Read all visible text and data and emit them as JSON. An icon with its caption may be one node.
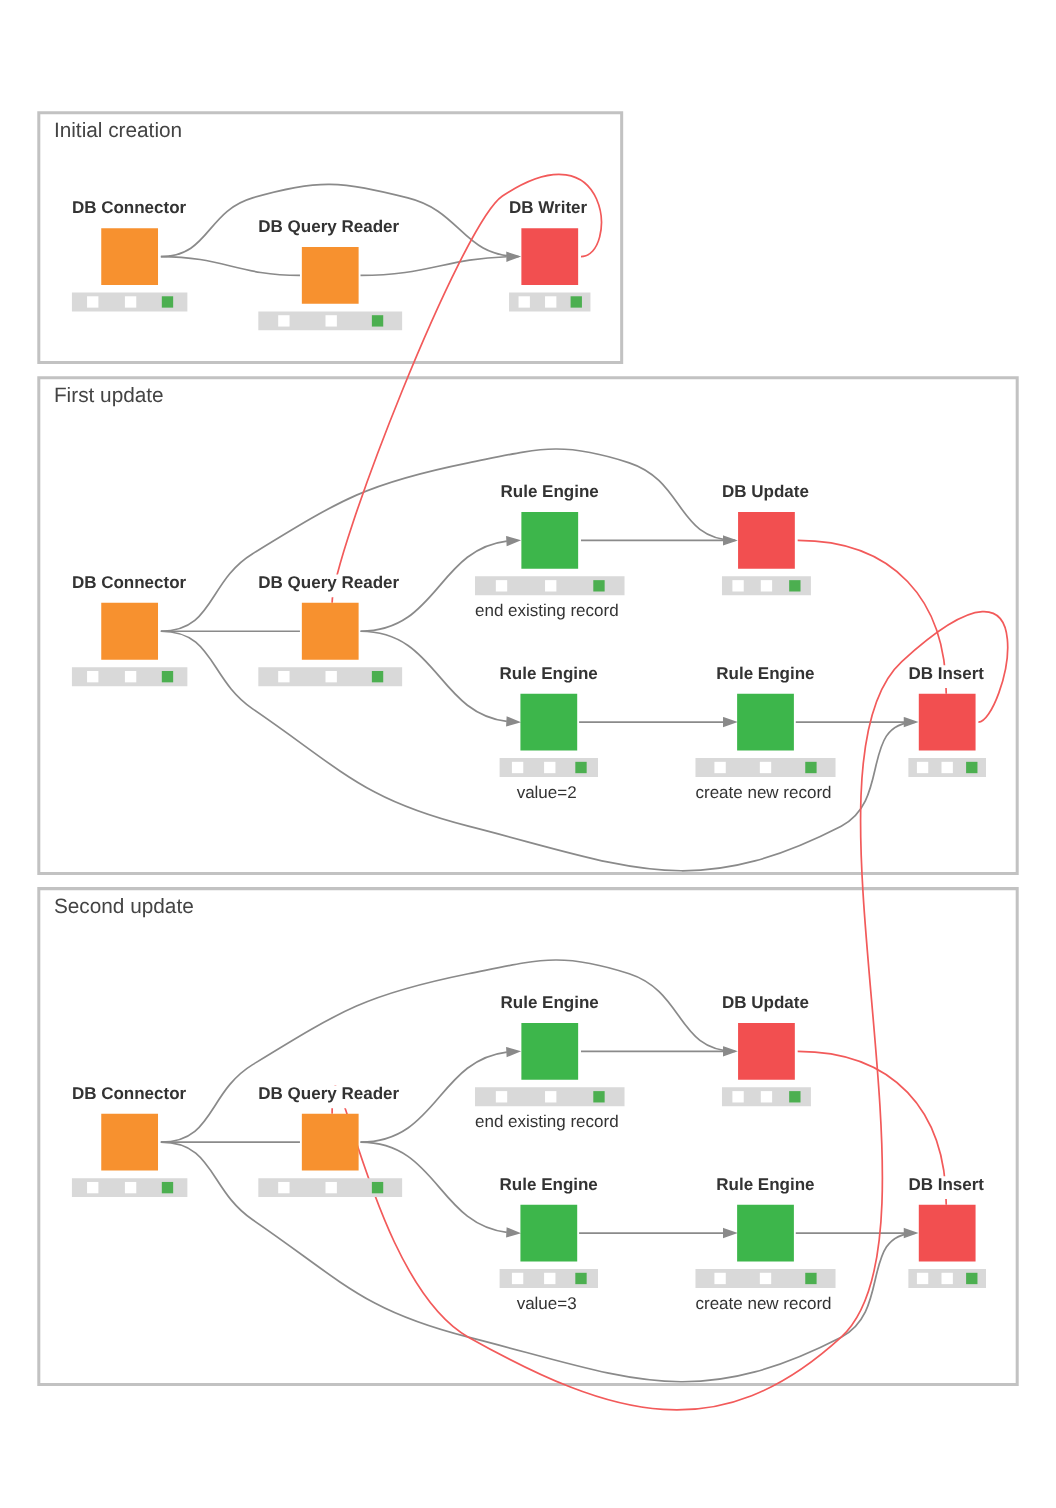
{
  "diagram": {
    "nodes": [
      {
        "text": [
          "Initial creation"
        ]
      },
      {
        "text": [
          "DB Query Reader"
        ],
        "in": 0
      },
      {
        "text": [
          "DB Connector"
        ],
        "in": 0
      },
      {
        "text": [
          "DB Writer"
        ],
        "in": 0
      },
      {
        "text": [
          "First update"
        ]
      },
      {
        "text": [
          "Rule Engine"
        ],
        "in": 4,
        "beside": [
          "end existing record"
        ]
      },
      {
        "text": [
          "DB Update"
        ],
        "in": 4
      },
      {
        "text": [
          "DB Query Reader"
        ],
        "in": 4
      },
      {
        "text": [
          "Rule Engine"
        ],
        "in": 4,
        "beside": [
          "value=2"
        ]
      },
      {
        "text": [
          "Rule Engine"
        ],
        "in": 4,
        "beside": [
          "create new record"
        ]
      },
      {
        "text": [
          "DB Connector"
        ],
        "in": 4
      },
      {
        "text": [
          "DB Insert"
        ],
        "in": 4
      },
      {
        "text": [
          "Second update"
        ]
      },
      {
        "text": [
          "Rule Engine"
        ],
        "in": 12,
        "beside": [
          "end existing record"
        ]
      },
      {
        "text": [
          "DB Update"
        ],
        "in": 12
      },
      {
        "text": [
          "DB Query Reader"
        ],
        "in": 12
      },
      {
        "text": [
          "Rule Engine"
        ],
        "in": 12,
        "beside": [
          "value=3"
        ]
      },
      {
        "text": [
          "Rule Engine"
        ],
        "in": 12,
        "beside": [
          "create new record"
        ]
      },
      {
        "text": [
          "DB Connector"
        ],
        "in": 12
      },
      {
        "text": [
          "DB Insert"
        ],
        "in": 12
      }
    ],
    "edges": [
      {
        "from": 2,
        "to": 1,
        "arrow": "none"
      },
      {
        "from": 1,
        "to": 3,
        "arrow": "to"
      },
      {
        "from": 2,
        "to": 3,
        "arrow": "none"
      },
      {
        "from": 3,
        "to": 7,
        "arrow": "none",
        "color": "#f25a5a"
      },
      {
        "from": 10,
        "to": 7,
        "arrow": "none"
      },
      {
        "from": 7,
        "to": 5,
        "arrow": "to"
      },
      {
        "from": 5,
        "to": 6,
        "arrow": "to"
      },
      {
        "from": 7,
        "to": 8,
        "arrow": "to"
      },
      {
        "from": 8,
        "to": 9,
        "arrow": "to"
      },
      {
        "from": 9,
        "to": 11,
        "arrow": "to"
      },
      {
        "from": 10,
        "to": 6,
        "arrow": "none"
      },
      {
        "from": 10,
        "to": 11,
        "arrow": "none"
      },
      {
        "from": 6,
        "to": 11,
        "arrow": "none",
        "color": "#f25a5a"
      },
      {
        "from": 11,
        "to": 15,
        "arrow": "none",
        "color": "#f25a5a"
      },
      {
        "from": 18,
        "to": 15,
        "arrow": "none"
      },
      {
        "from": 15,
        "to": 13,
        "arrow": "to"
      },
      {
        "from": 13,
        "to": 14,
        "arrow": "to"
      },
      {
        "from": 15,
        "to": 16,
        "arrow": "to"
      },
      {
        "from": 16,
        "to": 17,
        "arrow": "to"
      },
      {
        "from": 17,
        "to": 19,
        "arrow": "to"
      },
      {
        "from": 18,
        "to": 14,
        "arrow": "none"
      },
      {
        "from": 18,
        "to": 19,
        "arrow": "none"
      },
      {
        "from": 14,
        "to": 19,
        "arrow": "none",
        "color": "#f25a5a"
      }
    ]
  }
}
